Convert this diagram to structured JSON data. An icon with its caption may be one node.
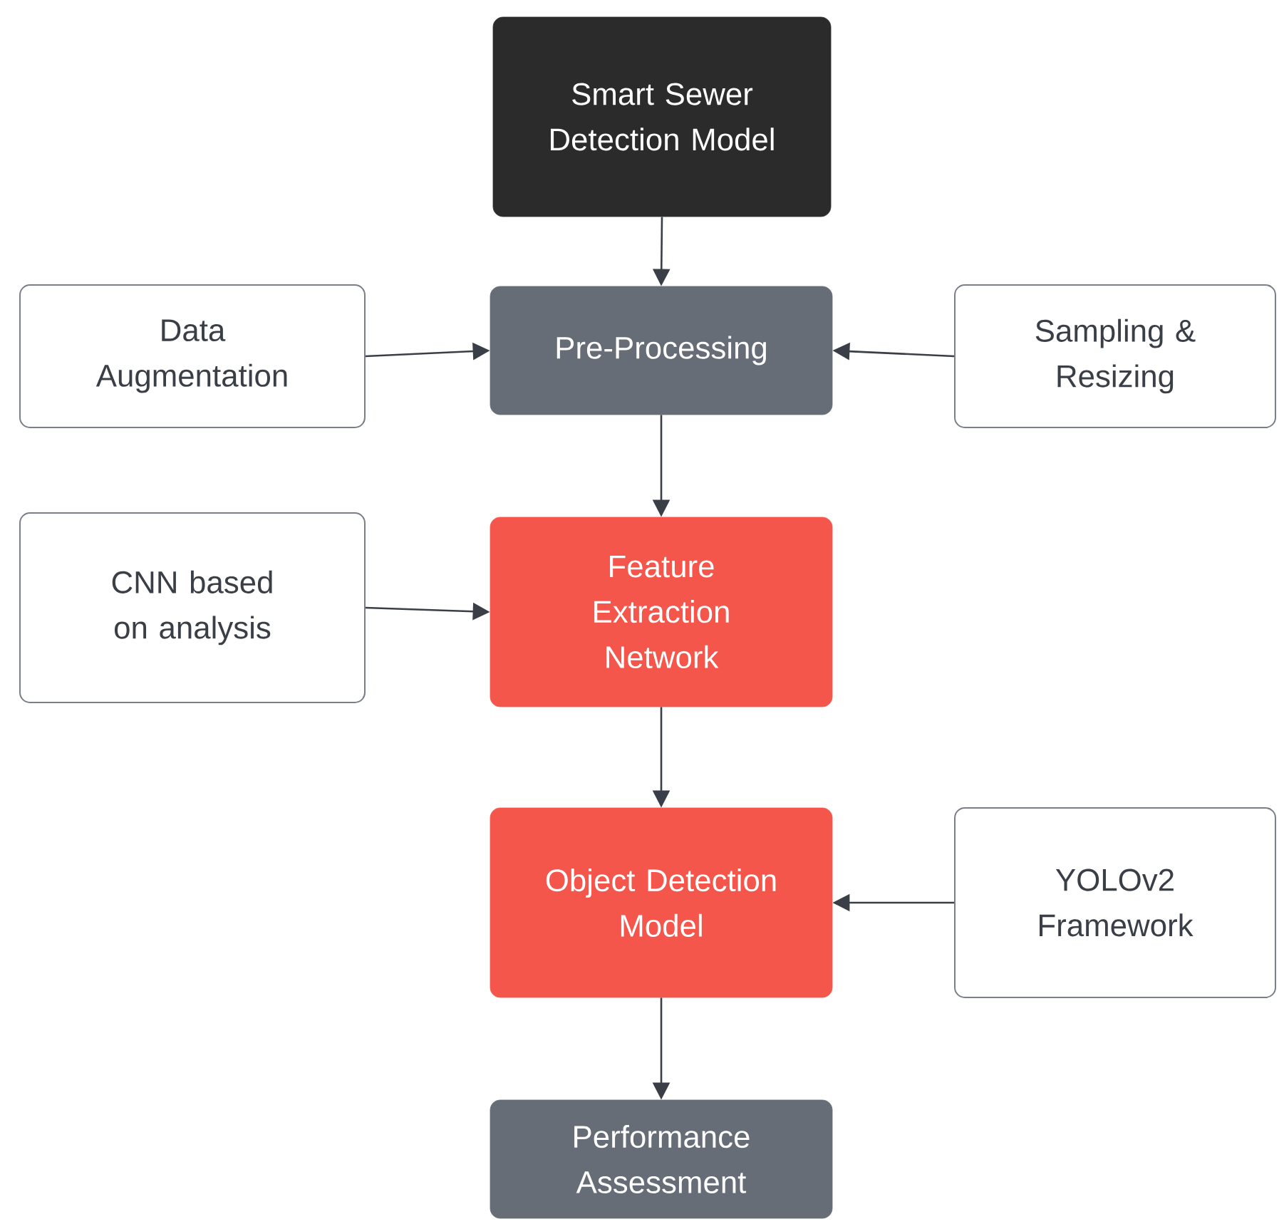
{
  "diagram": {
    "nodes": [
      {
        "text": [
          "Smart Sewer Detection Model"
        ]
      },
      {
        "text": [
          "Data Augmentation"
        ]
      },
      {
        "text": [
          "Pre-Processing"
        ]
      },
      {
        "text": [
          "Sampling & Resizing"
        ]
      },
      {
        "text": [
          "CNN based on analysis"
        ]
      },
      {
        "text": [
          "Feature Extraction Network"
        ]
      },
      {
        "text": [
          "Object Detection Model"
        ]
      },
      {
        "text": [
          "YOLOv2 Framework"
        ]
      },
      {
        "text": [
          "Performance Assessment"
        ]
      }
    ],
    "edges": [
      {
        "from": 0,
        "to": 2,
        "arrow": "to"
      },
      {
        "from": 1,
        "to": 2,
        "arrow": "to"
      },
      {
        "from": 3,
        "to": 2,
        "arrow": "to"
      },
      {
        "from": 2,
        "to": 5,
        "arrow": "to"
      },
      {
        "from": 4,
        "to": 5,
        "arrow": "to"
      },
      {
        "from": 5,
        "to": 6,
        "arrow": "to"
      },
      {
        "from": 7,
        "to": 6,
        "arrow": "to"
      },
      {
        "from": 6,
        "to": 8,
        "arrow": "to"
      }
    ]
  }
}
